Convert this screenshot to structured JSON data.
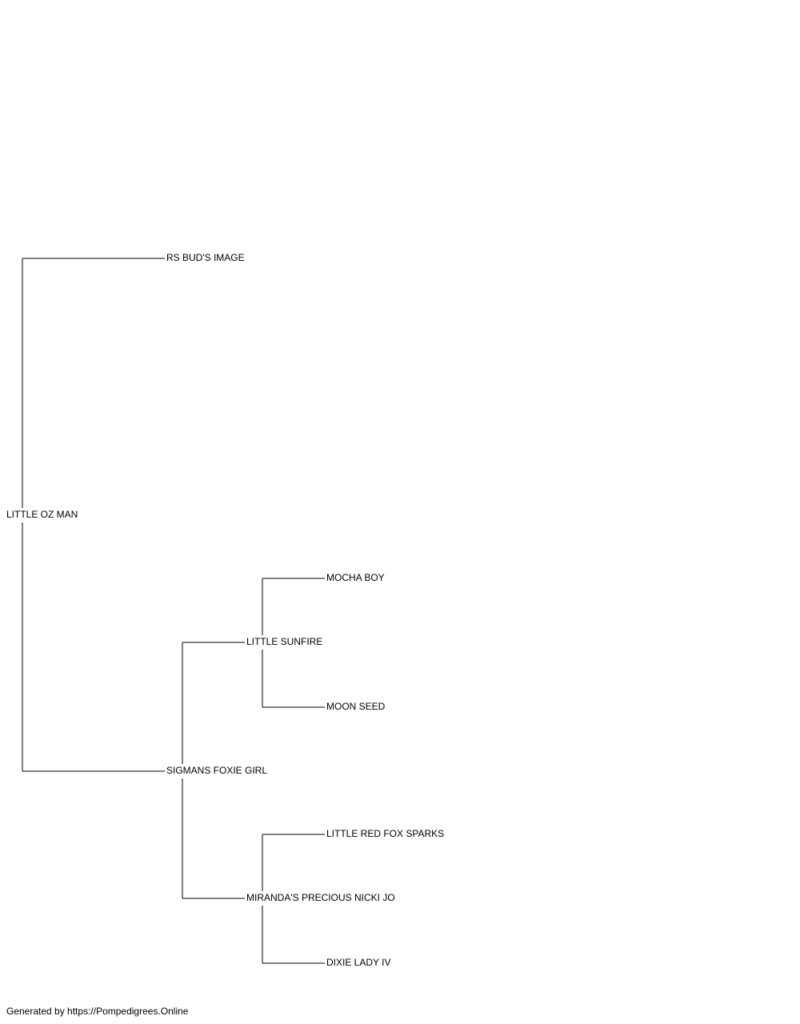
{
  "pedigree": {
    "name": "LITTLE OZ MAN",
    "sire": {
      "name": "RS BUD'S IMAGE"
    },
    "dam": {
      "name": "SIGMANS FOXIE GIRL",
      "sire": {
        "name": "LITTLE SUNFIRE",
        "sire": {
          "name": "MOCHA BOY"
        },
        "dam": {
          "name": "MOON SEED"
        }
      },
      "dam": {
        "name": "MIRANDA'S PRECIOUS NICKI JO",
        "sire": {
          "name": "LITTLE RED FOX SPARKS"
        },
        "dam": {
          "name": "DIXIE LADY IV"
        }
      }
    }
  },
  "footer": {
    "text": "Generated by https://Pompedigrees.Online"
  }
}
